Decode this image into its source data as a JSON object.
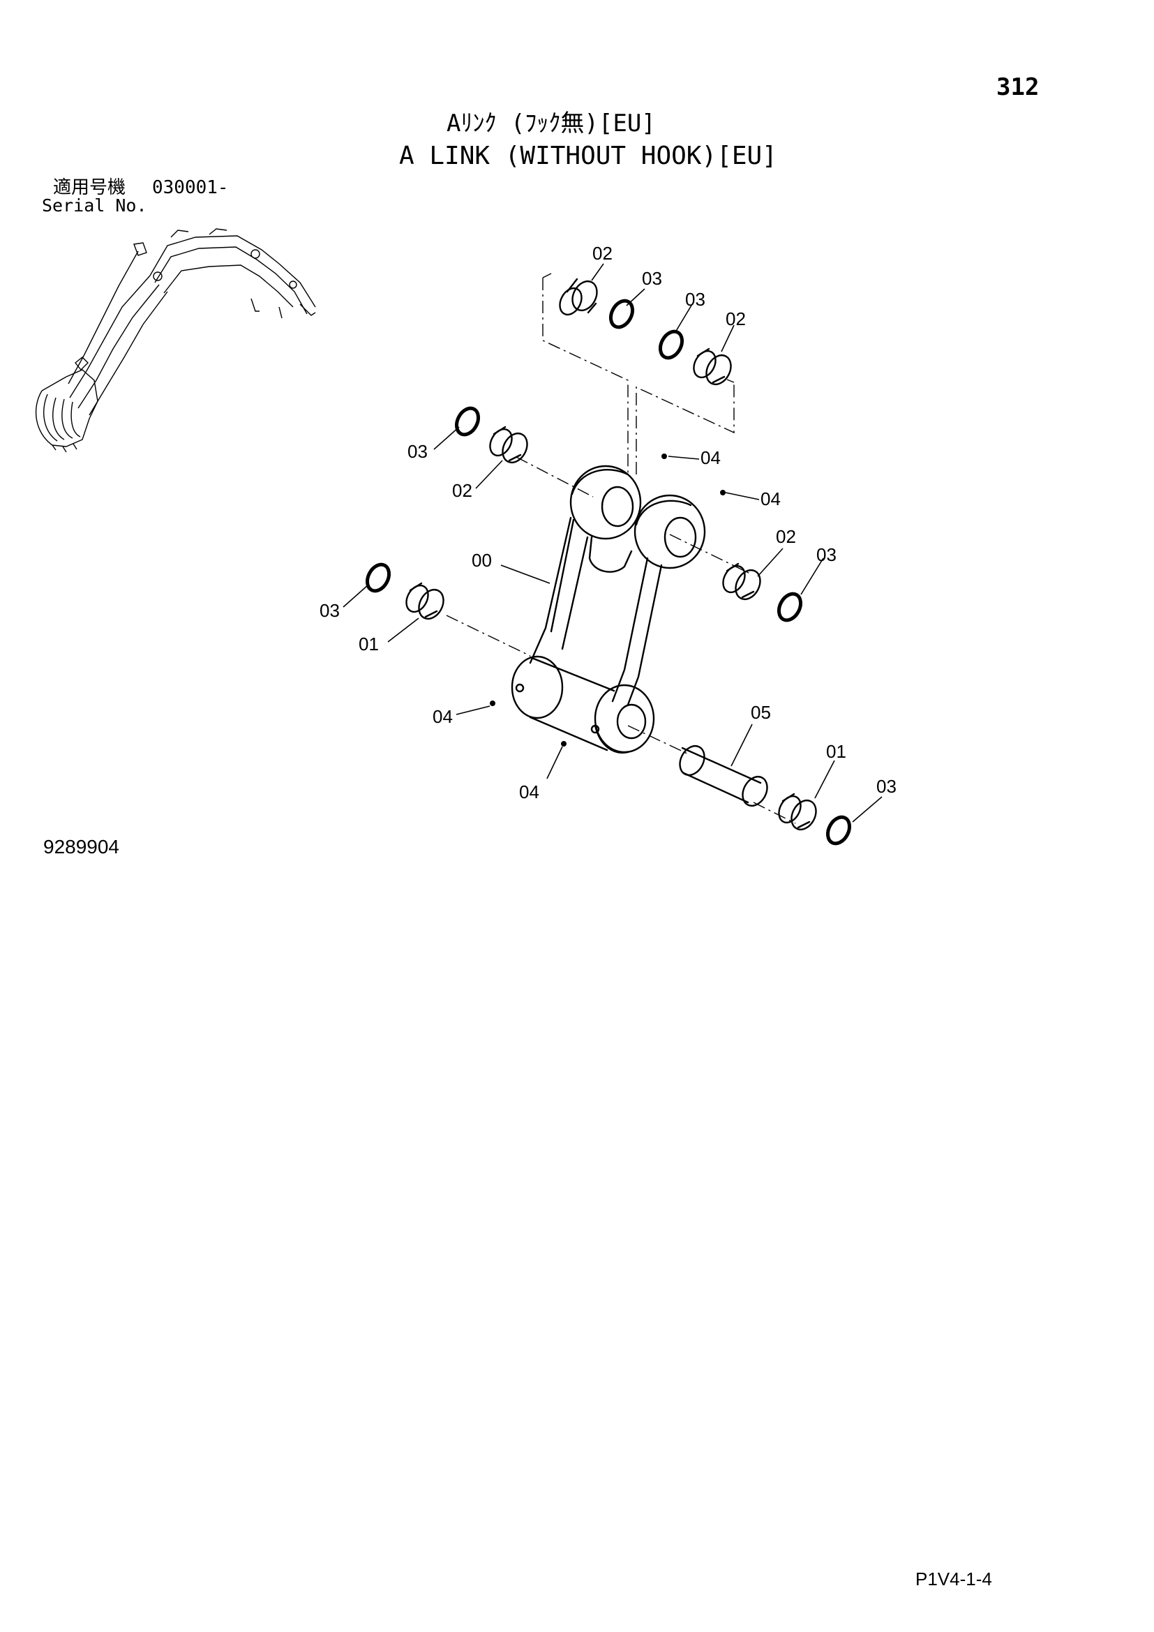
{
  "page_number": "312",
  "title_ja": "Aﾘﾝｸ (ﾌｯｸ無)[EU]",
  "title_en": "A LINK (WITHOUT HOOK)[EU]",
  "serial": {
    "label_ja": "適用号機",
    "label_en": "Serial No.",
    "value": "030001-"
  },
  "callouts": {
    "c02_top": "02",
    "c03_top": "03",
    "c03_top2": "03",
    "c02_top2": "02",
    "c03_left": "03",
    "c02_left": "02",
    "c04_top": "04",
    "c04_right": "04",
    "c00": "00",
    "c02_right": "02",
    "c03_right": "03",
    "c03_left2": "03",
    "c01_left": "01",
    "c04_left": "04",
    "c04_bottom": "04",
    "c05": "05",
    "c01_right": "01",
    "c03_bottom": "03"
  },
  "drawing_number": "9289904",
  "page_code": "P1V4-1-4"
}
